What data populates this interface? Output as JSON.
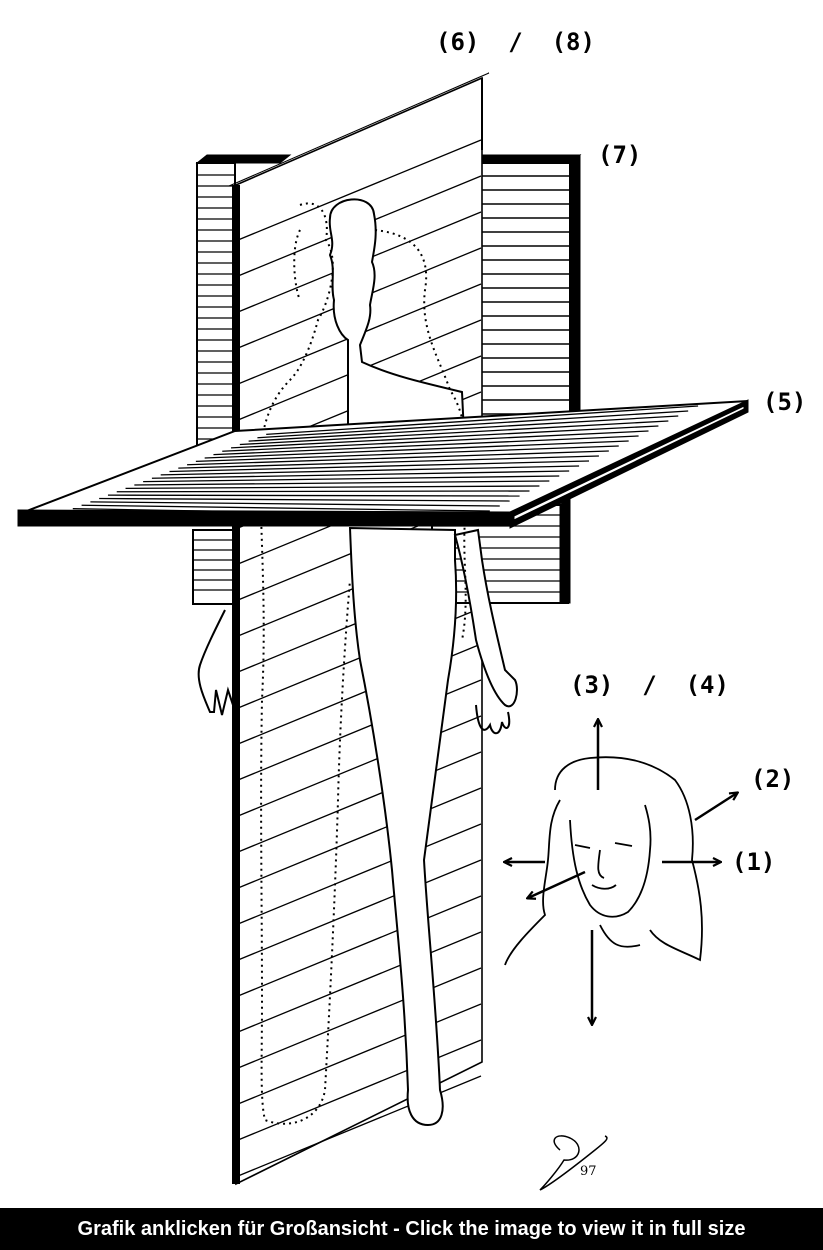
{
  "labels": {
    "planes_6_8": "(6)  /  (8)",
    "plane_7": "(7)",
    "plane_5": "(5)",
    "axes_3_4": "(3)  /  (4)",
    "axis_2": "(2)",
    "axis_1": "(1)"
  },
  "signature": "97",
  "caption": "Grafik anklicken für Großansicht   -   Click the image to view it in full size",
  "colors": {
    "ink": "#000000",
    "paper": "#ffffff",
    "bar": "#000000"
  }
}
